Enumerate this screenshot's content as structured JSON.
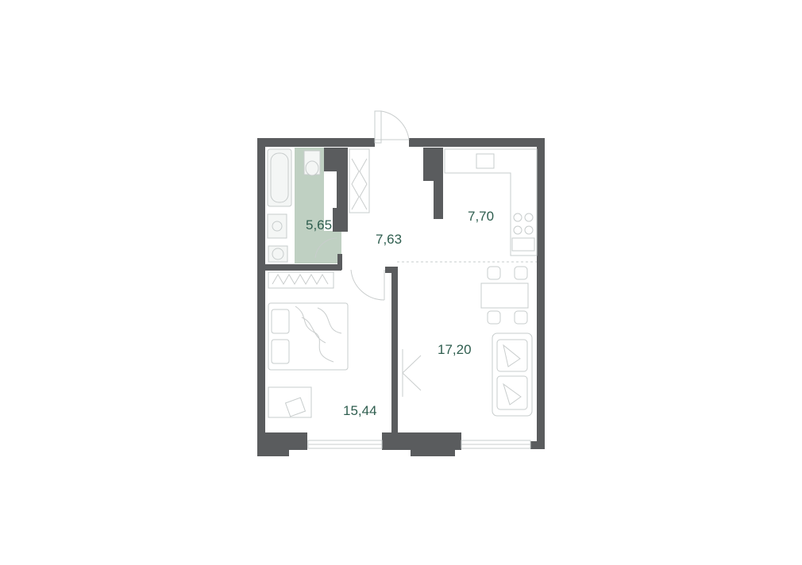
{
  "plan": {
    "rooms": [
      {
        "id": "bathroom",
        "area": "5,65"
      },
      {
        "id": "hallway",
        "area": "7,63"
      },
      {
        "id": "kitchen",
        "area": "7,70"
      },
      {
        "id": "bedroom",
        "area": "15,44"
      },
      {
        "id": "living-room",
        "area": "17,20"
      }
    ],
    "colors": {
      "wall": "#5a5c5e",
      "bathroom_fill": "#bfd0c2",
      "label": "#2f5e4f",
      "furniture_stroke": "#c7cccc"
    }
  }
}
